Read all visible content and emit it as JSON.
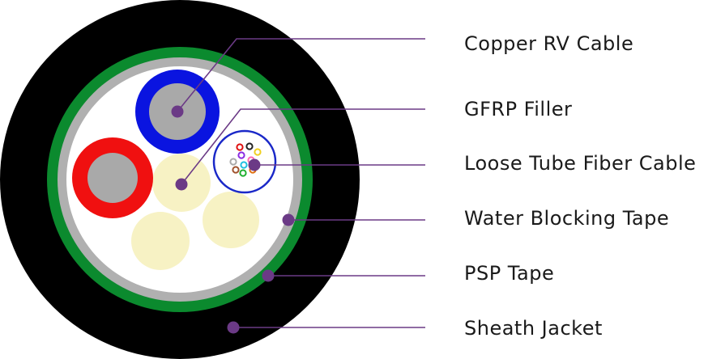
{
  "colors": {
    "sheath": "#000000",
    "psp_tape": "#0b8a2e",
    "water_blocking_tape": "#b0b0b0",
    "core": "#ffffff",
    "gfrp_filler": "#f7f2c4",
    "copper_blue_insulation": "#0a14e0",
    "copper_red_insulation": "#f01010",
    "copper_conductor": "#a9a9a9",
    "loose_tube_outline": "#1a28c8",
    "leader": "#6b3a86",
    "fiber_colors": [
      "#e01010",
      "#222222",
      "#f0d020",
      "#8a2be2",
      "#aaaaaa",
      "#20c0e0",
      "#e07010",
      "#20b030",
      "#a0522d",
      "#ff69b4"
    ]
  },
  "labels": [
    {
      "id": "copper-rv-cable",
      "text": "Copper RV Cable"
    },
    {
      "id": "gfrp-filler",
      "text": "GFRP Filler"
    },
    {
      "id": "loose-tube-fiber-cable",
      "text": "Loose Tube Fiber Cable"
    },
    {
      "id": "water-blocking-tape",
      "text": "Water Blocking Tape"
    },
    {
      "id": "psp-tape",
      "text": "PSP Tape"
    },
    {
      "id": "sheath-jacket",
      "text": "Sheath Jacket"
    }
  ]
}
